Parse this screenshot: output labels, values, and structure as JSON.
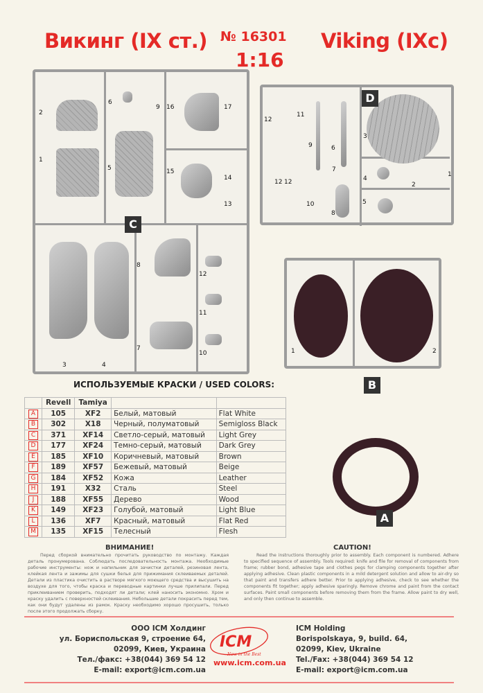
{
  "header": {
    "title_ru": "Викинг (IX ст.)",
    "catalog_number": "№ 16301",
    "scale": "1:16",
    "title_en": "Viking (IXc)"
  },
  "sprues": {
    "C": {
      "label": "C",
      "numbers": [
        "2",
        "1",
        "6",
        "9",
        "5",
        "16",
        "17",
        "15",
        "14",
        "13",
        "8",
        "12",
        "11",
        "10",
        "7",
        "3",
        "4"
      ]
    },
    "D": {
      "label": "D",
      "numbers": [
        "12",
        "11",
        "9",
        "6",
        "3",
        "7",
        "12",
        "12",
        "10",
        "8",
        "4",
        "5",
        "2",
        "1"
      ]
    },
    "B": {
      "label": "B",
      "numbers": [
        "1",
        "2"
      ]
    },
    "A": {
      "label": "A"
    }
  },
  "colors": {
    "title": "ИСПОЛЬЗУЕМЫЕ КРАСКИ / USED COLORS:",
    "headers": [
      "",
      "Revell",
      "Tamiya",
      "",
      ""
    ],
    "rows": [
      {
        "code": "A",
        "revell": "105",
        "tamiya": "XF2",
        "ru": "Белый, матовый",
        "en": "Flat White"
      },
      {
        "code": "B",
        "revell": "302",
        "tamiya": "X18",
        "ru": "Черный, полуматовый",
        "en": "Semigloss Black"
      },
      {
        "code": "C",
        "revell": "371",
        "tamiya": "XF14",
        "ru": "Светло-серый, матовый",
        "en": "Light Grey"
      },
      {
        "code": "D",
        "revell": "177",
        "tamiya": "XF24",
        "ru": "Темно-серый, матовый",
        "en": "Dark Grey"
      },
      {
        "code": "E",
        "revell": "185",
        "tamiya": "XF10",
        "ru": "Коричневый, матовый",
        "en": "Brown"
      },
      {
        "code": "F",
        "revell": "189",
        "tamiya": "XF57",
        "ru": "Бежевый, матовый",
        "en": "Beige"
      },
      {
        "code": "G",
        "revell": "184",
        "tamiya": "XF52",
        "ru": "Кожа",
        "en": "Leather"
      },
      {
        "code": "H",
        "revell": "191",
        "tamiya": "X32",
        "ru": "Сталь",
        "en": "Steel"
      },
      {
        "code": "J",
        "revell": "188",
        "tamiya": "XF55",
        "ru": "Дерево",
        "en": "Wood"
      },
      {
        "code": "K",
        "revell": "149",
        "tamiya": "XF23",
        "ru": "Голубой, матовый",
        "en": "Light Blue"
      },
      {
        "code": "L",
        "revell": "136",
        "tamiya": "XF7",
        "ru": "Красный, матовый",
        "en": "Flat Red"
      },
      {
        "code": "M",
        "revell": "135",
        "tamiya": "XF15",
        "ru": "Телесный",
        "en": "Flesh"
      }
    ]
  },
  "warning": {
    "title": "ВНИМАНИЕ!",
    "text": "Перед сборкой внимательно прочитать руководство по монтажу. Каждая деталь пронумерована. Соблюдать последовательность монтажа. Необходимые рабочие инструменты: нож и напильник для зачистки деталей, резиновая лента, клейкая лента и зажимы для сушки белья для прижимания склеиваемых деталей. Детали из пластика очистить в растворе мягкого моющего средства и высушить на воздухе для того, чтобы краска и переводные картинки лучше прилипали. Перед приклеиванием проверить, подходят ли детали; клей наносить экономно. Хром и краску удалить с поверхностей склеивания. Небольшие детали покрасить перед тем, как они будут удалены из рамок. Краску необходимо хорошо просушить, только после этого продолжать сборку."
  },
  "caution": {
    "title": "CAUTION!",
    "text": "Read the instructions thoroughly prior to assembly. Each component is numbered. Adhere to specified sequence of assembly. Tools required: knife and file for removal of components from frame; rubber bond, adhesive tape and clothes pegs for clamping components together after applying adhesive. Clean plastic components in a mild detergent solution and allow to air-dry so that paint and transfers adhere better. Prior to applying adhesive, check to see whether the components fit together; apply adhesive sparingly. Remove chrome and paint from the contact surfaces. Paint small components before removing them from the frame. Allow paint to dry well, and only then continue to assemble."
  },
  "footer": {
    "ru": [
      "ООО ICM Холдинг",
      "ул. Бориспольская 9, строение 64,",
      "02099, Киев, Украина",
      "Тел./факс: +38(044) 369 54 12",
      "E-mail: export@icm.com.ua"
    ],
    "en": [
      "ICM Holding",
      "Borispolskaya, 9, build. 64,",
      "02099, Kiev, Ukraine",
      "Tel./Fax: +38(044) 369 54 12",
      "E-mail: export@icm.com.ua"
    ],
    "logo": "ICM",
    "slogan": "New in the Best",
    "website": "www.icm.com.ua"
  },
  "accent": "#e42a27"
}
